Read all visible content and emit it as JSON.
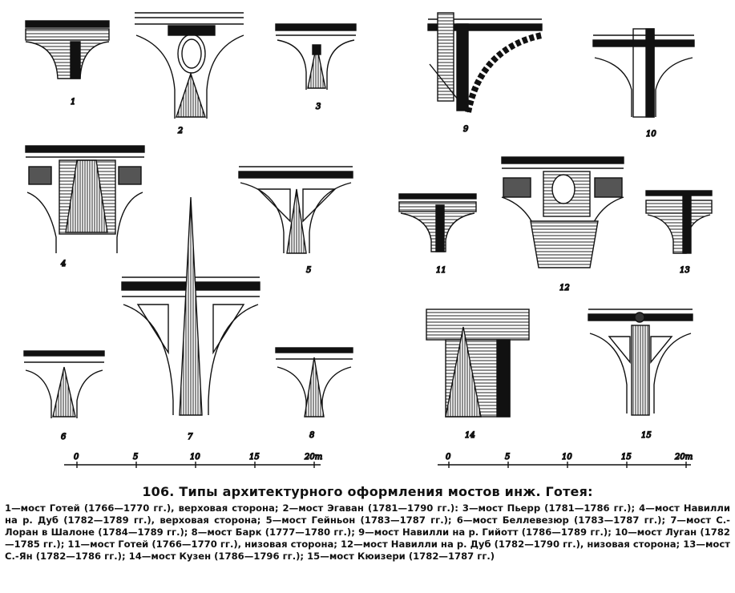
{
  "figure_labels": [
    "1",
    "2",
    "3",
    "4",
    "5",
    "6",
    "7",
    "8",
    "9",
    "10",
    "11",
    "12",
    "13",
    "14",
    "15"
  ],
  "scales": [
    {
      "ticks": [
        "0",
        "5",
        "10",
        "15",
        "20m"
      ]
    },
    {
      "ticks": [
        "0",
        "5",
        "10",
        "15",
        "20m"
      ]
    }
  ],
  "caption": {
    "title": "106. Типы архитектурного оформления мостов инж. Готея:",
    "body": "1—мост Готей (1766—1770 гг.), верховая сторона; 2—мост Эгаван (1781—1790 гг.): 3—мост Пьерр (1781—1786 гг.); 4—мост Навилли на р. Дуб (1782—1789 гг.), верховая сторона; 5—мост Гейньон (1783—1787 гг.); 6—мост Беллевезюр (1783—1787 гг.); 7—мост С.-Лоран в Шалоне (1784—1789 гг.); 8—мост Барк (1777—1780 гг.); 9—мост Навилли на р. Гийотт (1786—1789 гг.); 10—мост Луган (1782—1785 гг.); 11—мост Готей (1766—1770 гг.), низовая сторона; 12—мост Навилли на р. Дуб (1782—1790 гг.), низовая сторона; 13—мост С.-Ян (1782—1786 гг.); 14—мост Кузен (1786—1796 гг.); 15—мост Кюизери (1782—1787 гг.)"
  }
}
